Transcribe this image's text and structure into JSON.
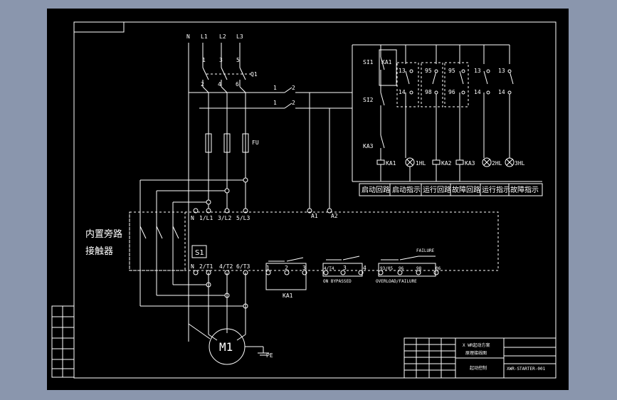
{
  "colors": {
    "viewer_bg": "#8a96ad",
    "sheet_bg": "#000000",
    "lines": "#ffffff"
  },
  "supply": {
    "labels": [
      "N",
      "L1",
      "L2",
      "L3"
    ],
    "numbers_top": [
      "1",
      "3",
      "5"
    ],
    "numbers_bottom": [
      "2",
      "4",
      "6"
    ],
    "breaker": "Q1",
    "fuse": "FU"
  },
  "aux": {
    "top": "1",
    "top2": "2",
    "bot": "1",
    "bot2": "2"
  },
  "control": {
    "sw1": "SI1",
    "ka1_coil_top": "KA1",
    "sw2": "SI2",
    "ka3": "KA3",
    "nums_top": [
      "13",
      "95",
      "95",
      "13",
      "13"
    ],
    "nums_mid": [
      "14",
      "98",
      "96",
      "14",
      "14"
    ],
    "bottom_labels": [
      "KA1",
      "1HL",
      "KA2",
      "KA3",
      "2HL",
      "3HL"
    ],
    "legend": [
      "启动回路",
      "启动指示",
      "运行回路",
      "故障回路",
      "运行指示",
      "故障指示"
    ]
  },
  "starter": {
    "text_line1": "内置旁路",
    "text_line2": "接触器",
    "terminals_top": [
      "N",
      "1/L1",
      "3/L2",
      "5/L3",
      "A1",
      "A2"
    ],
    "terminals_bottom": [
      "N",
      "2/T1",
      "4/T2",
      "6/T3"
    ],
    "s1": "S1",
    "ka1": "KA1",
    "run_label": "ON BYPASSED",
    "run_terms": [
      "4/T4",
      "3",
      "4"
    ],
    "fail_top": "FAILURE",
    "fail_label": "OVERLOAD/FAILURE",
    "fail_terms": [
      "93/05",
      "96",
      "98",
      "06"
    ],
    "relay_terms": [
      "1",
      "2",
      "3"
    ]
  },
  "motor": {
    "label": "M1",
    "pe": "PE"
  },
  "title_block": {
    "line1": "X WR起动方案",
    "line2": "原理接线图",
    "line3": "起动控制",
    "code": "XWR-STARTER-001"
  }
}
